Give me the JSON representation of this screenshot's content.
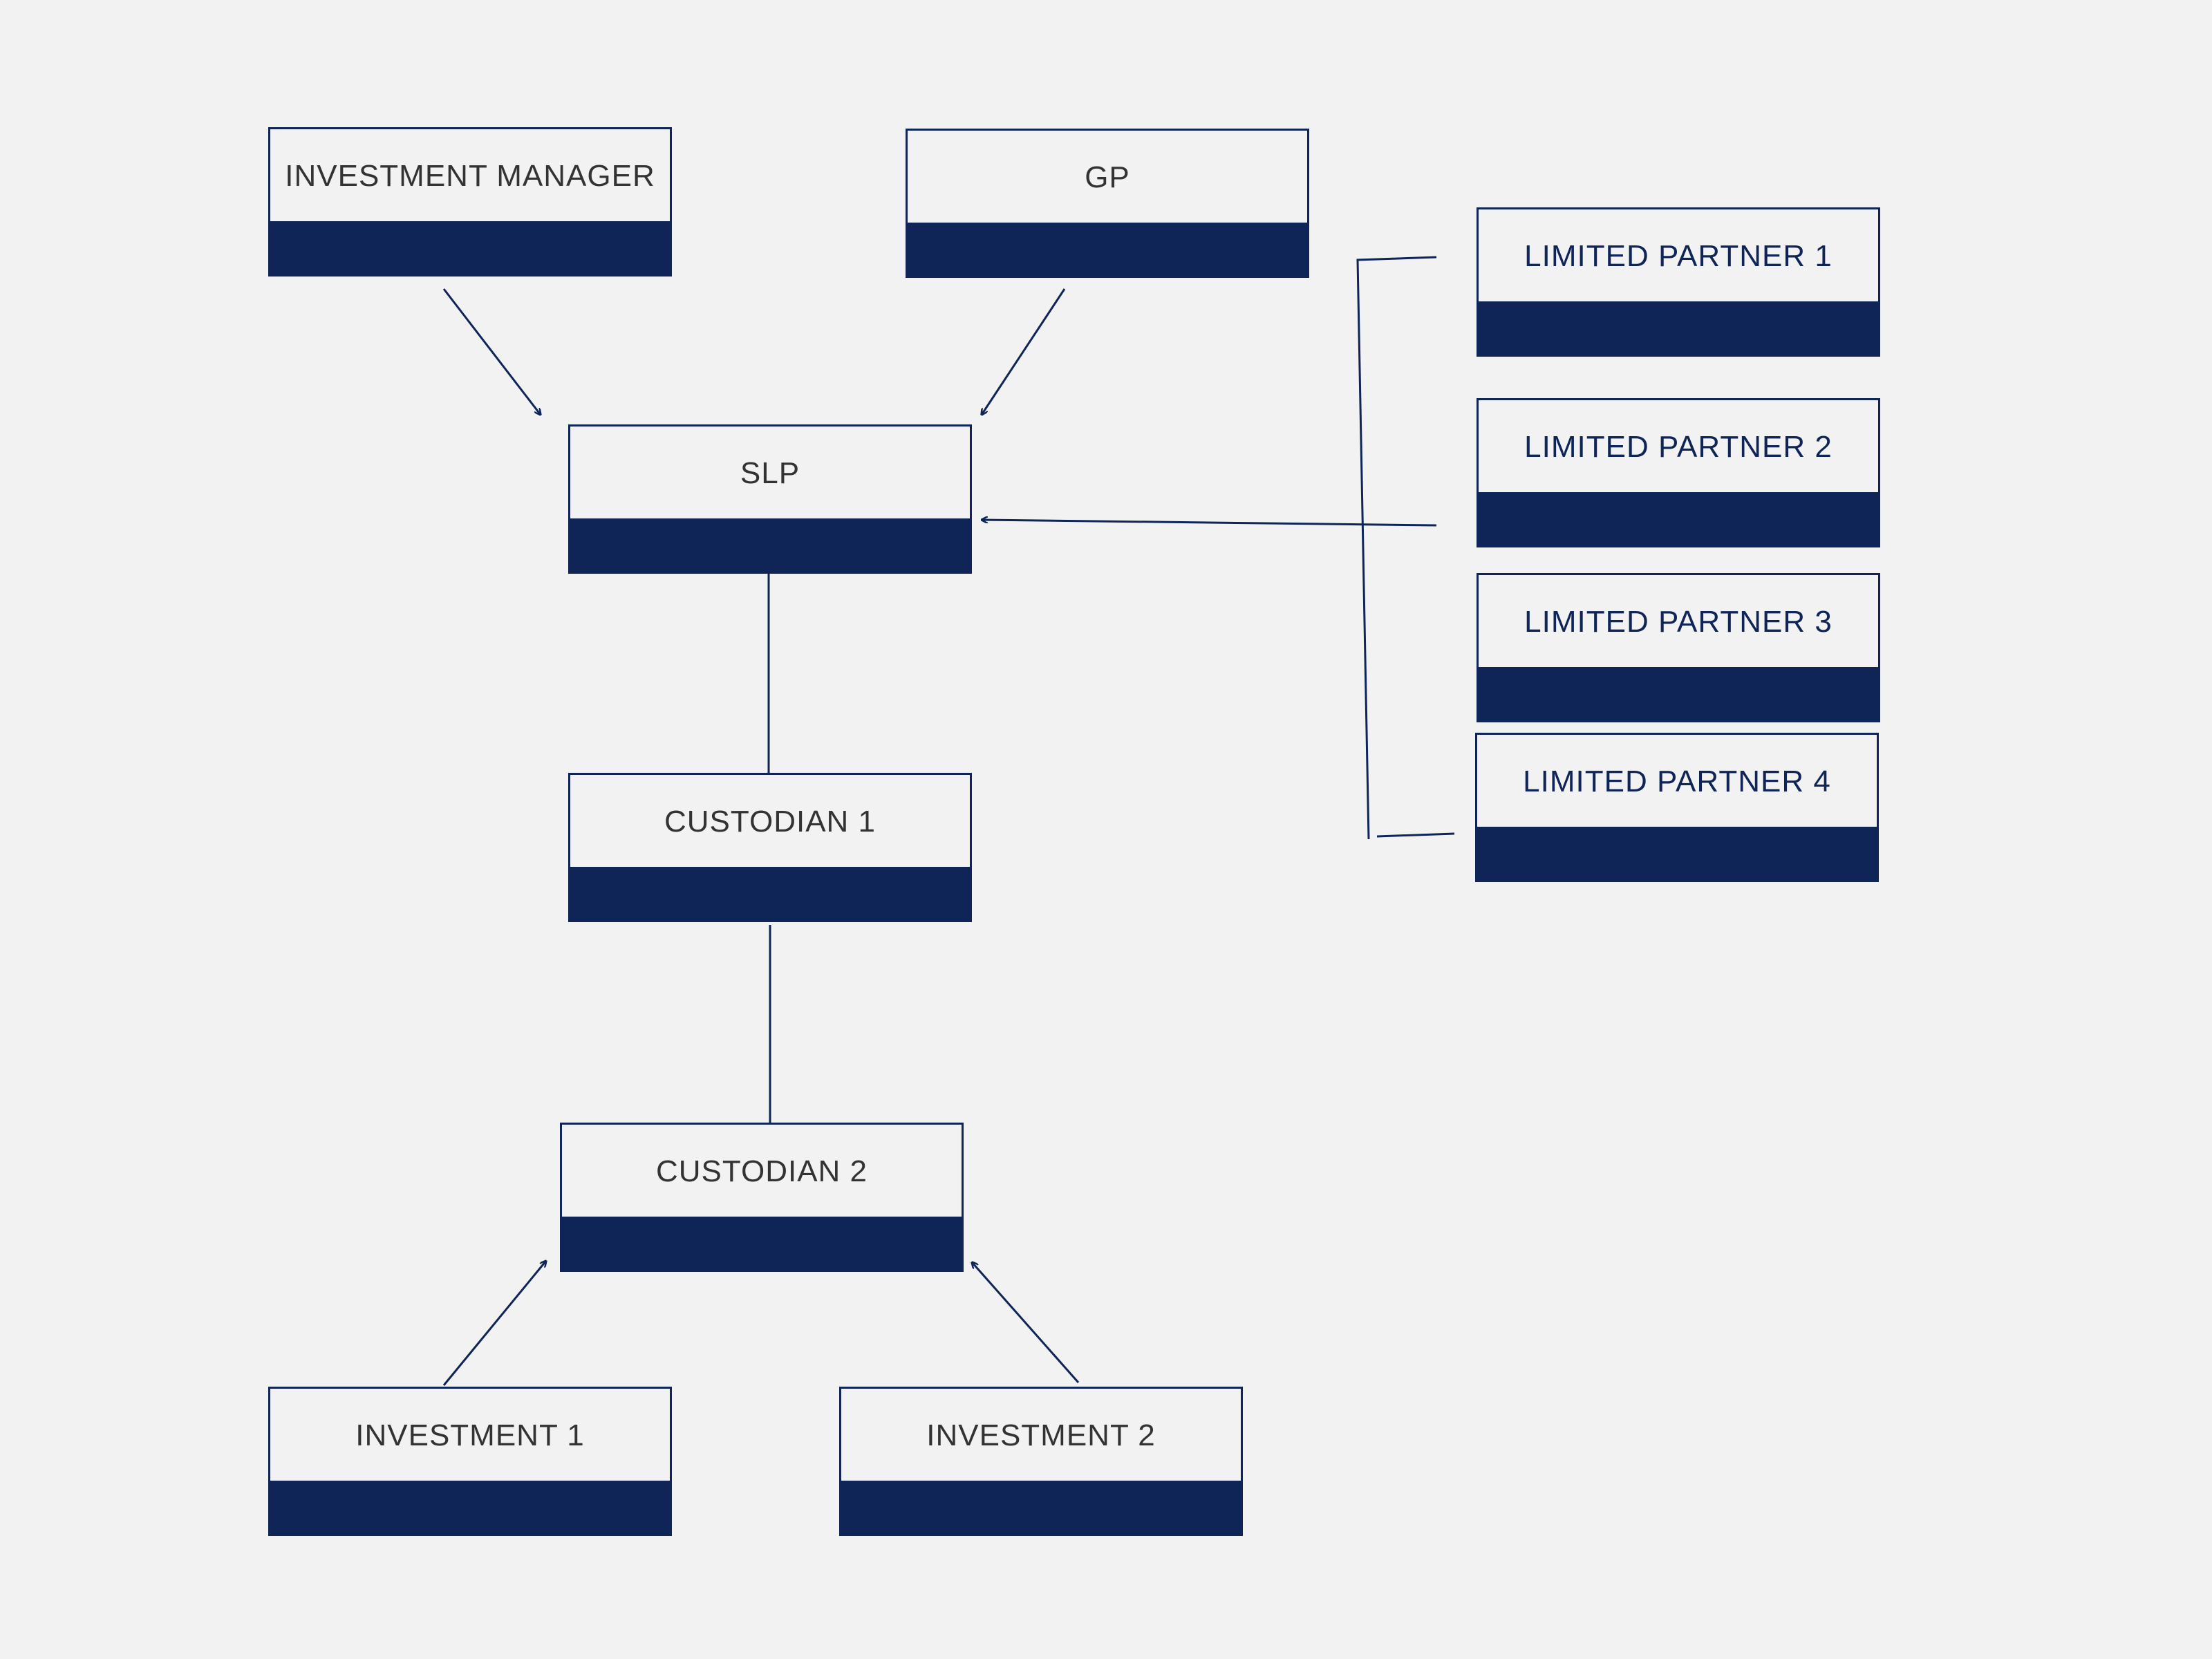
{
  "colors": {
    "background": "#f2f2f2",
    "accent_navy": "#0f2557",
    "label_text": "#333333"
  },
  "nodes": {
    "investment_manager": "INVESTMENT MANAGER",
    "gp": "GP",
    "slp": "SLP",
    "custodian_1": "CUSTODIAN 1",
    "custodian_2": "CUSTODIAN 2",
    "investment_1": "INVESTMENT 1",
    "investment_2": "INVESTMENT 2",
    "limited_partner_1": "LIMITED PARTNER 1",
    "limited_partner_2": "LIMITED PARTNER 2",
    "limited_partner_3": "LIMITED PARTNER 3",
    "limited_partner_4": "LIMITED PARTNER 4"
  },
  "edges": [
    {
      "from": "INVESTMENT MANAGER",
      "to": "SLP",
      "type": "arrow"
    },
    {
      "from": "GP",
      "to": "SLP",
      "type": "arrow"
    },
    {
      "from": "LIMITED PARTNER 1–4",
      "to": "SLP",
      "type": "arrow"
    },
    {
      "from": "SLP",
      "to": "CUSTODIAN 1",
      "type": "line"
    },
    {
      "from": "CUSTODIAN 1",
      "to": "CUSTODIAN 2",
      "type": "line"
    },
    {
      "from": "INVESTMENT 1",
      "to": "CUSTODIAN 2",
      "type": "arrow"
    },
    {
      "from": "INVESTMENT 2",
      "to": "CUSTODIAN 2",
      "type": "arrow"
    }
  ]
}
